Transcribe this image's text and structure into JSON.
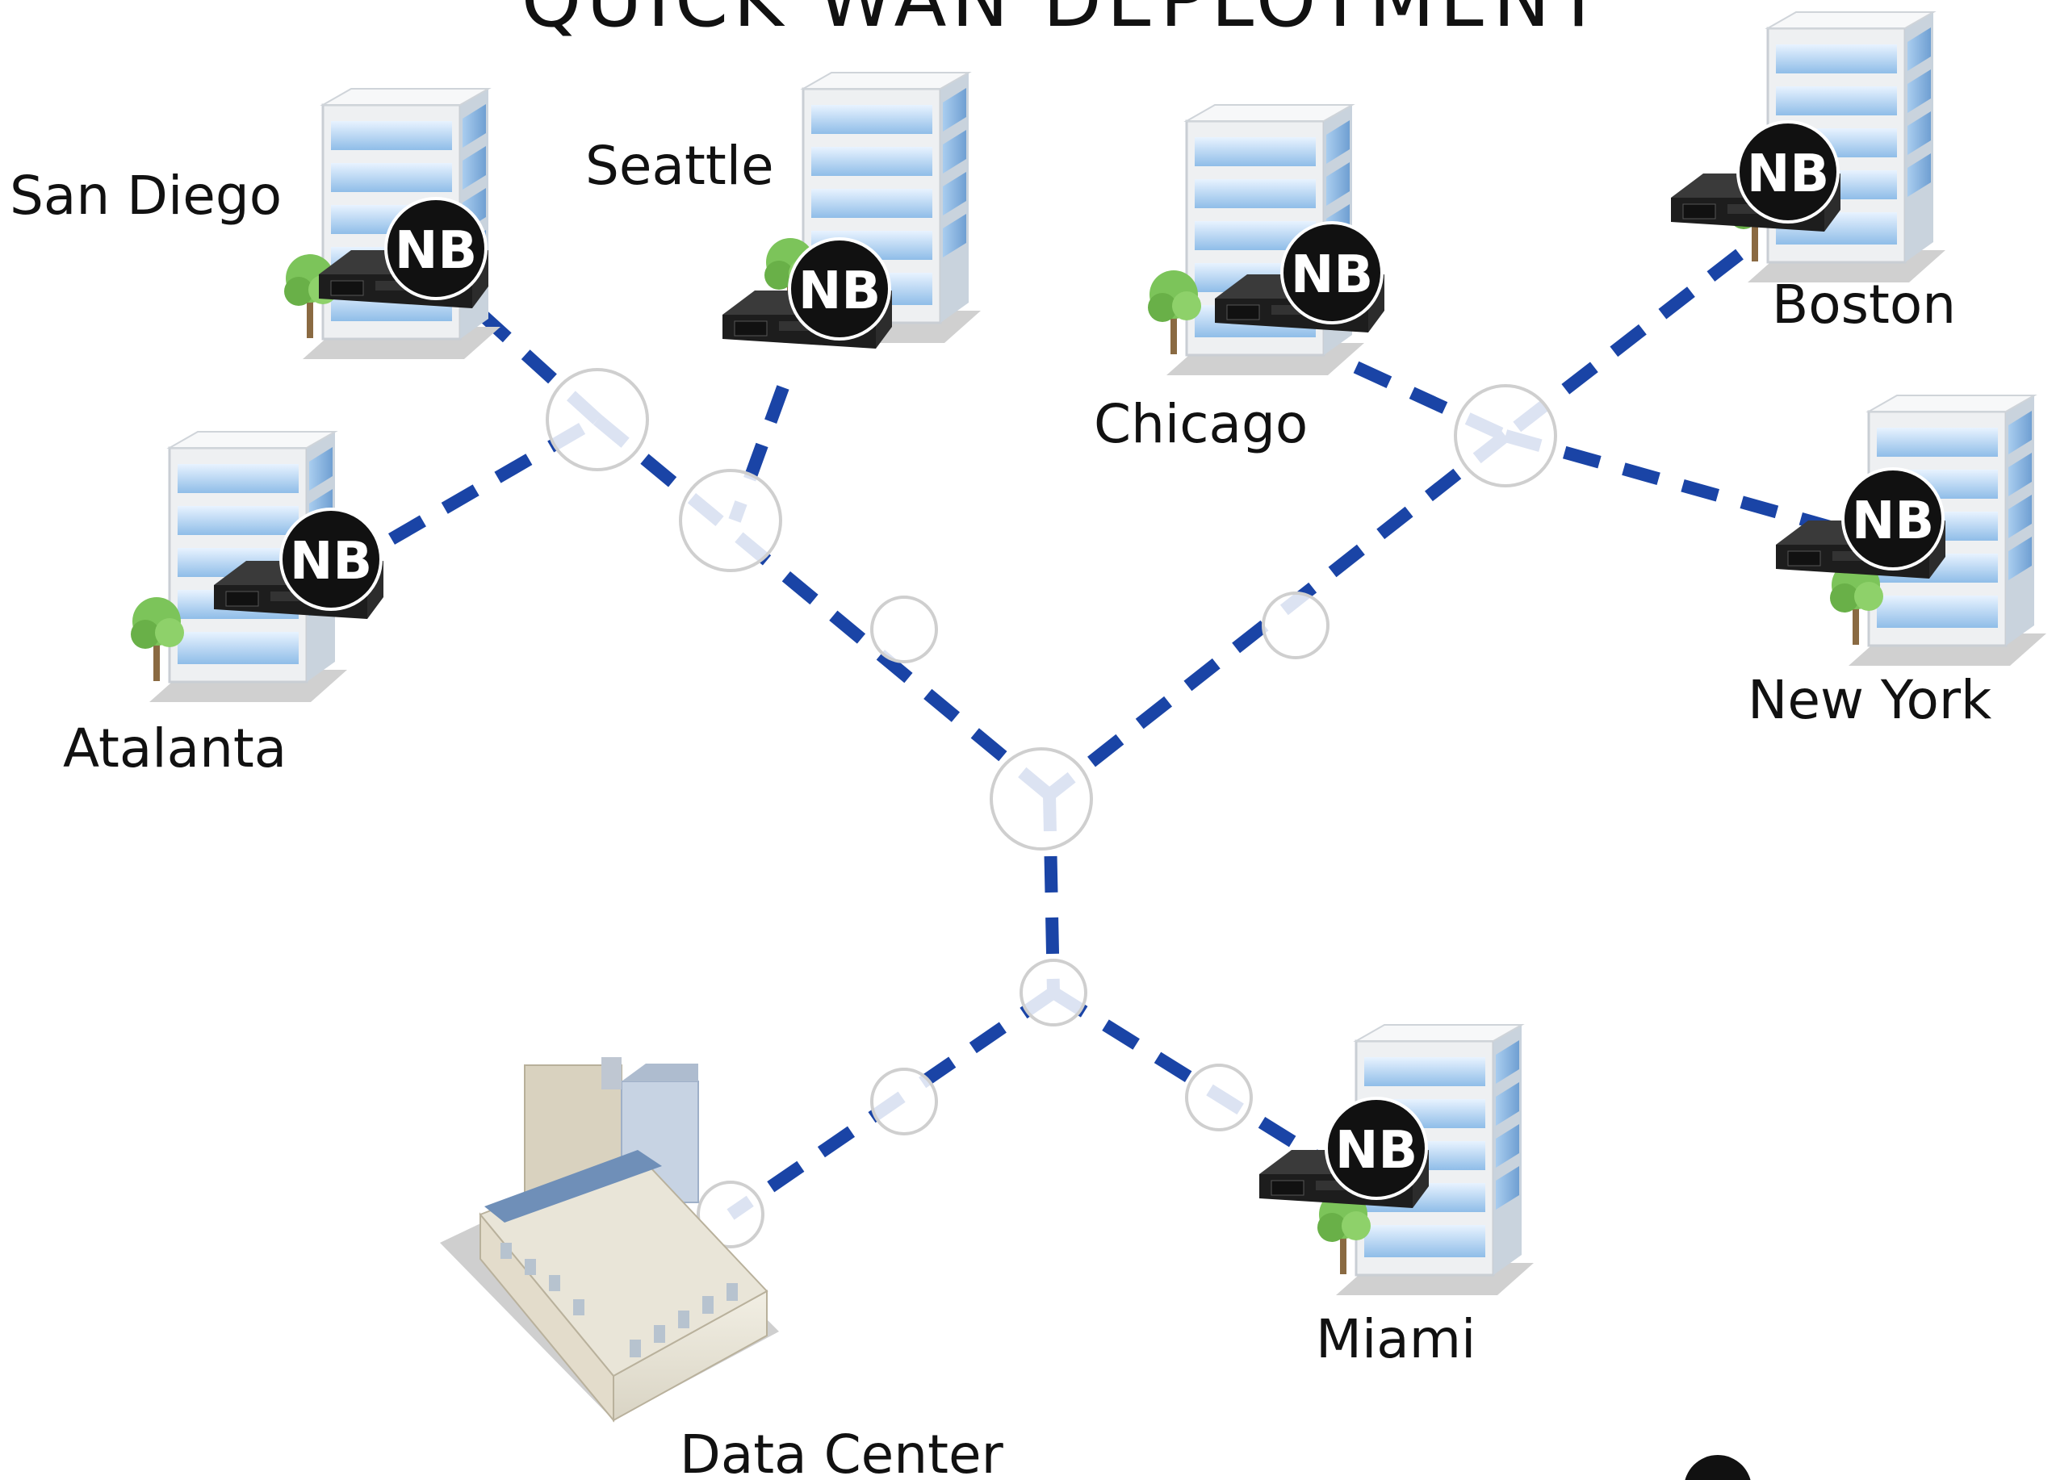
{
  "title": "QUICK WAN DEPLOYMENT",
  "logo_text": "NB",
  "colors": {
    "link": "#1a44a6",
    "node_fill": "#ffffff",
    "node_stroke": "#cfcfcf",
    "text": "#111111",
    "logo_bg": "#111111"
  },
  "sites": [
    {
      "id": "san-diego",
      "label": "San Diego",
      "kind": "office-building"
    },
    {
      "id": "seattle",
      "label": "Seattle",
      "kind": "office-building"
    },
    {
      "id": "chicago",
      "label": "Chicago",
      "kind": "office-building"
    },
    {
      "id": "boston",
      "label": "Boston",
      "kind": "office-building"
    },
    {
      "id": "atlanta",
      "label": "Atalanta",
      "kind": "office-building"
    },
    {
      "id": "new-york",
      "label": "New York",
      "kind": "office-building"
    },
    {
      "id": "miami",
      "label": "Miami",
      "kind": "office-building"
    },
    {
      "id": "data-center",
      "label": "Data Center",
      "kind": "datacenter-building"
    }
  ]
}
